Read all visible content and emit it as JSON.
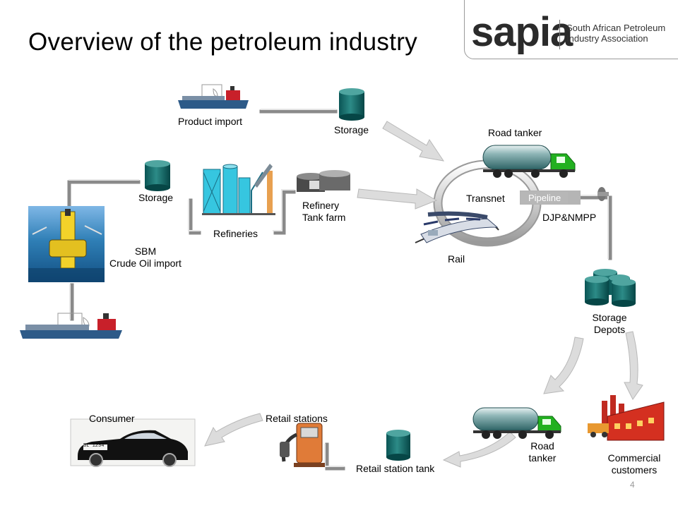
{
  "title": "Overview of the petroleum industry",
  "logo": {
    "word": "sapia",
    "line1": "South African Petroleum",
    "line2": "Industry Association"
  },
  "labels": {
    "product_import": "Product import",
    "storage_top": "Storage",
    "road_tanker_top": "Road tanker",
    "storage_left": "Storage",
    "refinery_tank_farm_1": "Refinery",
    "refinery_tank_farm_2": "Tank farm",
    "refineries": "Refineries",
    "transnet": "Transnet",
    "pipeline": "Pipeline",
    "djp_nmpp": "DJP&NMPP",
    "rail": "Rail",
    "sbm": "SBM",
    "crude_oil_import": "Crude Oil import",
    "storage_depots_1": "Storage",
    "storage_depots_2": "Depots",
    "consumer": "Consumer",
    "retail_stations": "Retail stations",
    "retail_station_tank": "Retail station tank",
    "road_tanker_bottom_1": "Road",
    "road_tanker_bottom_2": "tanker",
    "commercial_1": "Commercial",
    "commercial_2": "customers",
    "car_plate": "BL 1234"
  },
  "page_number": "4",
  "colors": {
    "cylinder": "#0f6f6f",
    "cylinder_top": "#4fa5a0",
    "tanker_cab": "#22b020",
    "arrow": "#dcdcdc",
    "ship_hull": "#2d5a88",
    "ship_red": "#c8202a",
    "refinery": "#36c6e0",
    "factory": "#d43020"
  },
  "icons": [
    "ship-icon",
    "cylinder-icon",
    "refinery-icon",
    "tank-farm-icon",
    "tanker-truck-icon",
    "train-icon",
    "buoy-icon",
    "car-icon",
    "fuel-pump-icon",
    "factory-icon"
  ]
}
